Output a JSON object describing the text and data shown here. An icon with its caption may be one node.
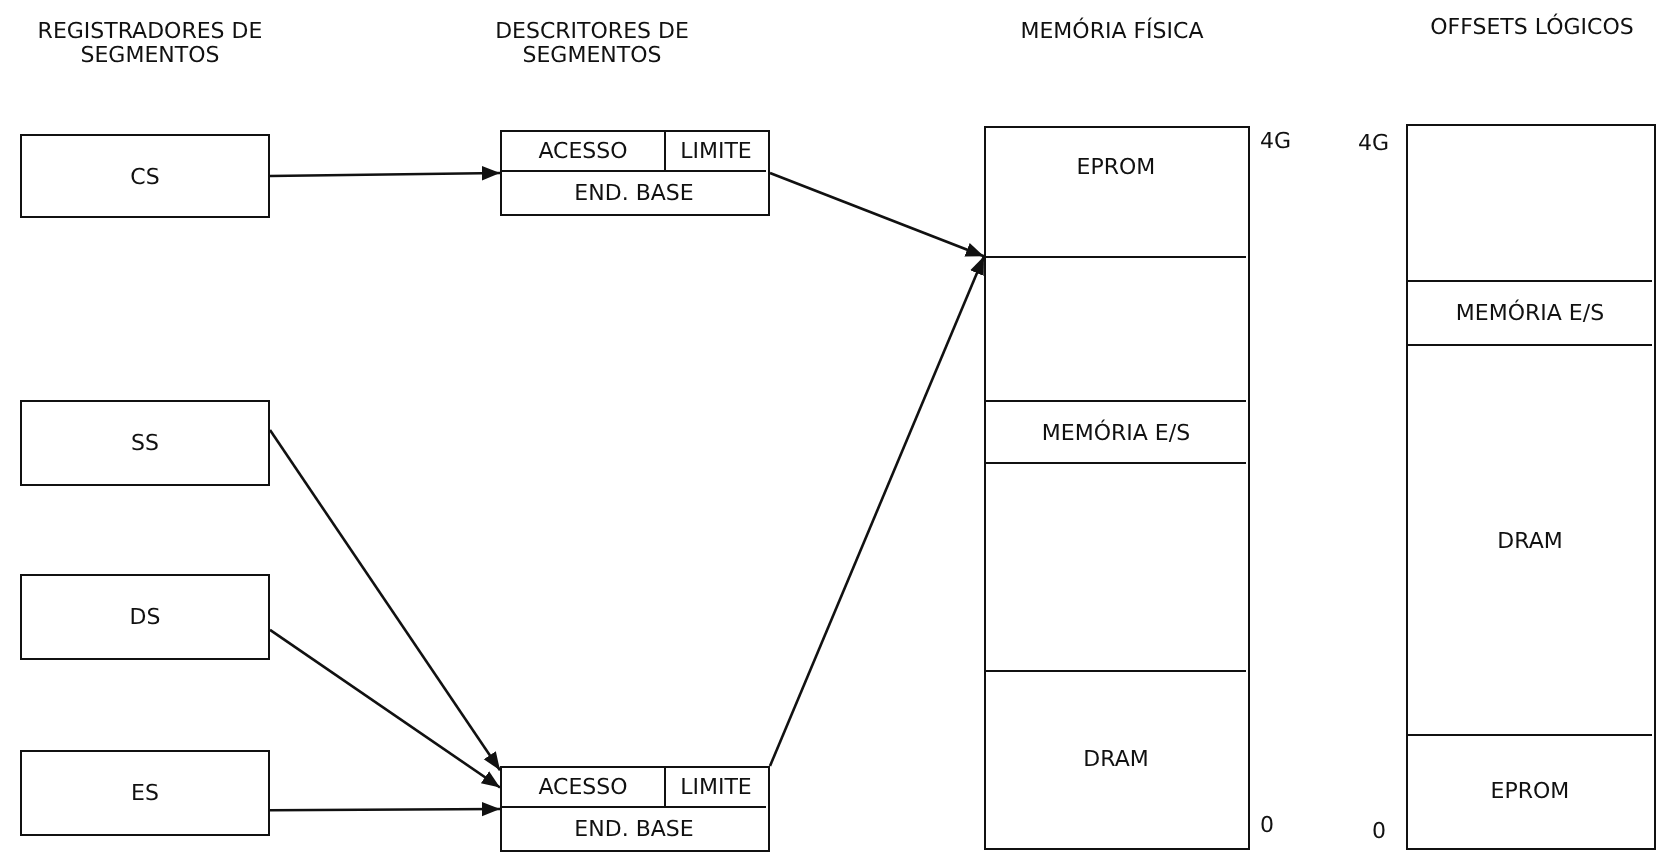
{
  "diagram": {
    "nodes": [
      {
        "text": [
          "CS"
        ]
      },
      {
        "text": [
          "SS"
        ]
      },
      {
        "text": [
          "DS"
        ]
      },
      {
        "text": [
          "ES"
        ]
      },
      {
        "text": [],
        "shape": "box"
      },
      {
        "text": [
          "ACESSO"
        ],
        "in": 4
      },
      {
        "text": [
          "LIMITE"
        ],
        "in": 4
      },
      {
        "text": [
          "END. BASE"
        ],
        "in": 4
      },
      {
        "text": [],
        "shape": "box"
      },
      {
        "text": [
          "ACESSO"
        ],
        "in": 8
      },
      {
        "text": [
          "LIMITE"
        ],
        "in": 8
      },
      {
        "text": [
          "END. BASE"
        ],
        "in": 8
      },
      {
        "text": [],
        "shape": "box",
        "beside": [
          "4G",
          "0"
        ]
      },
      {
        "text": [
          "EPROM"
        ],
        "in": 12
      },
      {
        "text": [],
        "shape": "box",
        "in": 12
      },
      {
        "text": [
          "MEMÓRIA E/S"
        ],
        "in": 12
      },
      {
        "text": [],
        "shape": "box",
        "in": 12
      },
      {
        "text": [
          "DRAM"
        ],
        "in": 12
      },
      {
        "text": [],
        "shape": "box",
        "beside": [
          "4G",
          "0"
        ]
      },
      {
        "text": [],
        "shape": "box",
        "in": 18
      },
      {
        "text": [
          "MEMÓRIA E/S"
        ],
        "in": 18
      },
      {
        "text": [
          "DRAM"
        ],
        "in": 18
      },
      {
        "text": [
          "EPROM"
        ],
        "in": 18
      }
    ],
    "edges": [
      {
        "from": 0,
        "to": 4,
        "arrow": "to"
      },
      {
        "from": 1,
        "to": 8,
        "arrow": "to"
      },
      {
        "from": 2,
        "to": 8,
        "arrow": "to"
      },
      {
        "from": 3,
        "to": 8,
        "arrow": "to"
      },
      {
        "from": 4,
        "to": 12,
        "arrow": "to"
      },
      {
        "from": 8,
        "to": 12,
        "arrow": "to"
      }
    ],
    "labels": [
      "REGISTRADORES DE SEGMENTOS",
      "DESCRITORES DE SEGMENTOS",
      "MEMÓRIA FÍSICA",
      "OFFSETS LÓGICOS"
    ]
  }
}
